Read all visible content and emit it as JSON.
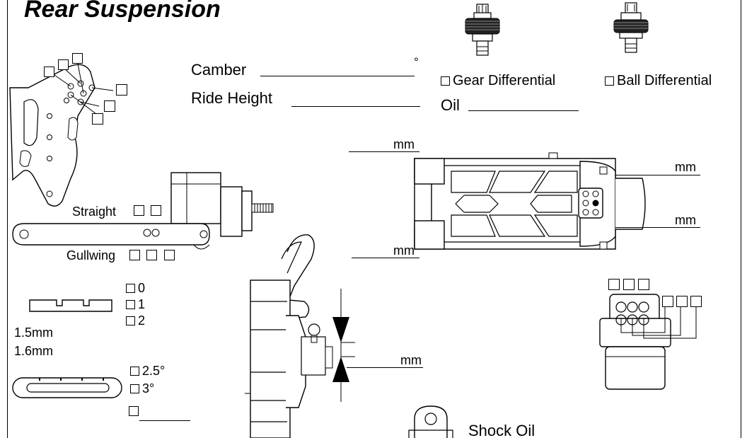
{
  "page": {
    "title": "Rear Suspension"
  },
  "camber": {
    "label": "Camber",
    "unit": "°"
  },
  "ride_height": {
    "label": "Ride Height"
  },
  "differential": {
    "gear_label": "Gear Differential",
    "ball_label": "Ball Differential",
    "oil_label": "Oil"
  },
  "arm": {
    "unit_top_left": "mm",
    "unit_top_right": "mm",
    "unit_mid_right": "mm",
    "unit_bottom_left": "mm"
  },
  "toe_link": {
    "straight_label": "Straight",
    "gullwing_label": "Gullwing"
  },
  "shims": {
    "options": [
      "0",
      "1",
      "2"
    ],
    "thickness_a": "1.5mm",
    "thickness_b": "1.6mm"
  },
  "toe_block": {
    "options": [
      "2.5°",
      "3°"
    ]
  },
  "hub": {
    "unit": "mm"
  },
  "shock": {
    "oil_label": "Shock Oil"
  }
}
